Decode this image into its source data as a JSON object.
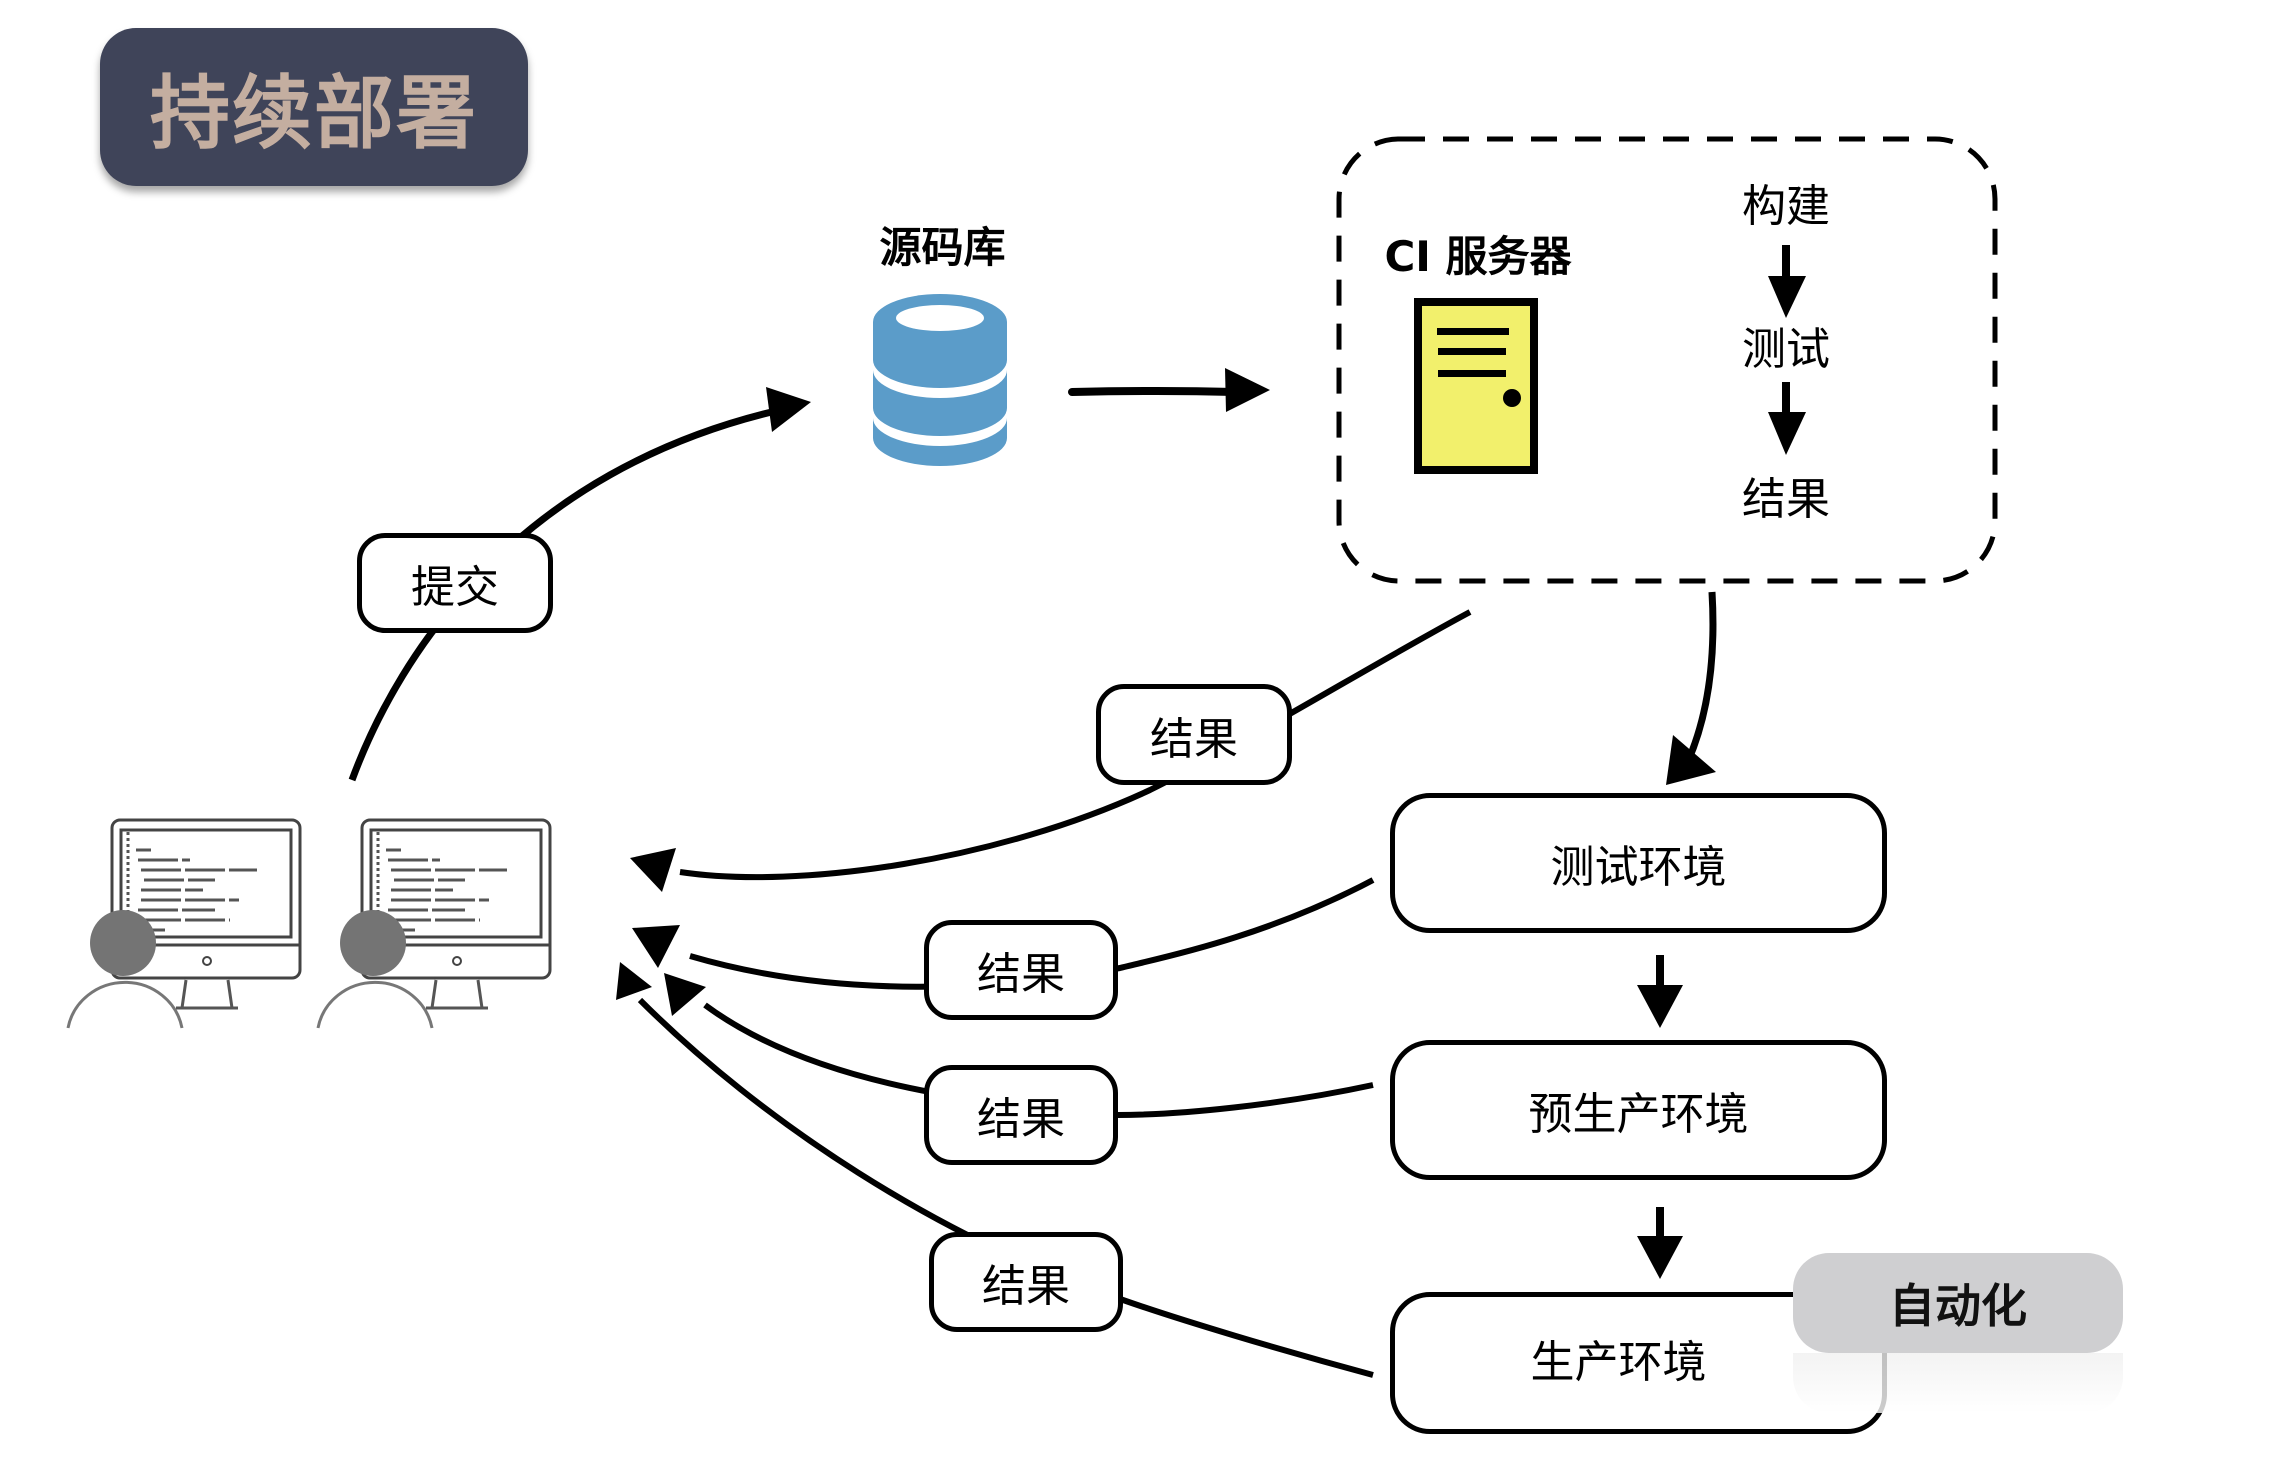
{
  "title": "持续部署",
  "repository": {
    "label": "源码库",
    "icon": "database-icon",
    "color": "#5b9cc9"
  },
  "ci_server": {
    "label": "CI 服务器",
    "icon": "server-icon",
    "icon_color": "#f2f06c",
    "steps": [
      "构建",
      "测试",
      "结果"
    ]
  },
  "commit_label": "提交",
  "result_labels": [
    "结果",
    "结果",
    "结果",
    "结果"
  ],
  "environments": [
    "测试环境",
    "预生产环境",
    "生产环境"
  ],
  "automation_badge": "自动化",
  "developers": [
    {
      "icon": "developer-icon"
    },
    {
      "icon": "developer-icon"
    }
  ],
  "colors": {
    "title_bg": "#3f4459",
    "title_text": "#c4aea0",
    "badge_bg": "#cfcfd1"
  }
}
